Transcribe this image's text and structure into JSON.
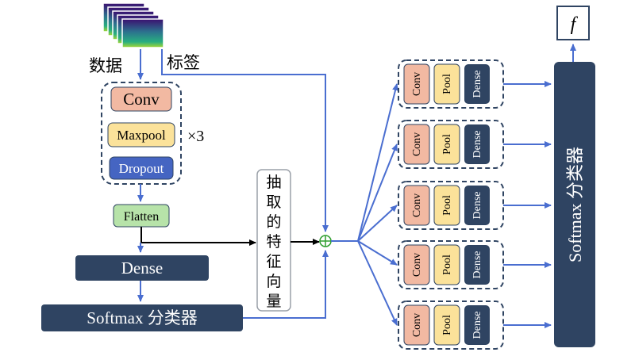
{
  "input": {
    "data_label": "数据",
    "label_label": "标签",
    "spectrogram_colors": [
      "#3b0f70",
      "#2c728e",
      "#28ae80",
      "#a7d932"
    ]
  },
  "conv_block": {
    "conv": "Conv",
    "maxpool": "Maxpool",
    "dropout": "Dropout",
    "repeat": "×3"
  },
  "flatten": "Flatten",
  "dense": "Dense",
  "softmax_left": "Softmax 分类器",
  "feature_vector": [
    "抽",
    "取",
    "的",
    "特",
    "征",
    "向",
    "量"
  ],
  "branches": [
    {
      "conv": "Conv",
      "pool": "Pool",
      "dense": "Dense"
    },
    {
      "conv": "Conv",
      "pool": "Pool",
      "dense": "Dense"
    },
    {
      "conv": "Conv",
      "pool": "Pool",
      "dense": "Dense"
    },
    {
      "conv": "Conv",
      "pool": "Pool",
      "dense": "Dense"
    },
    {
      "conv": "Conv",
      "pool": "Pool",
      "dense": "Dense"
    }
  ],
  "softmax_right": "Softmax 分类器",
  "output": "f",
  "colors": {
    "conv": "#f2b9a2",
    "pool": "#fbe29a",
    "dense_dark": "#2f4462",
    "dropout": "#4565c2",
    "flatten": "#b7e3a9",
    "arrow_blue": "#4a6ed0",
    "dash": "#2f4462"
  }
}
